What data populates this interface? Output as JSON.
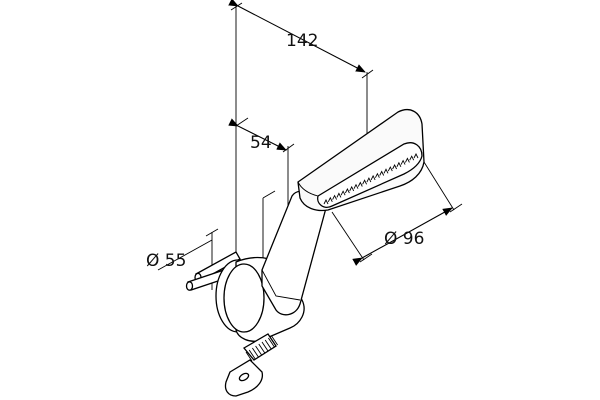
{
  "dimensions": {
    "overall_length": "142",
    "wall_offset": "54",
    "holder_diameter": "Ø 55",
    "head_diameter": "Ø 96"
  }
}
